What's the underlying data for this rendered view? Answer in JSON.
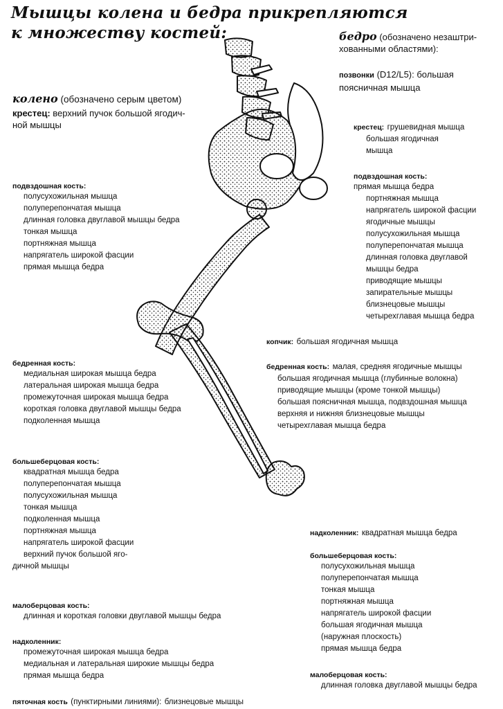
{
  "title": {
    "line1": "Мышцы колена и бедра прикрепляются",
    "line2": "к множеству костей:"
  },
  "knee": {
    "heading": "колено",
    "note": "(обозначено серым цветом)",
    "sacrum_label": "крестец:",
    "sacrum_text1": "верхний пучок большой ягодич-",
    "sacrum_text2": "ной мышцы",
    "ilium": {
      "head": "подвздошная кость:",
      "items": [
        "полусухожильная мышца",
        "полуперепончатая мышца",
        "длинная головка двуглавой мышцы бедра",
        "тонкая мышца",
        "портняжная мышца",
        "напрягатель широкой фасции",
        "прямая мышца бедра"
      ]
    },
    "femur": {
      "head": "бедренная кость:",
      "items": [
        "медиальная широкая мышца бедра",
        "латеральная широкая мышца бедра",
        "промежуточная широкая мышца бедра",
        "короткая головка двуглавой мышцы бедра",
        "подколенная мышца"
      ]
    },
    "tibia": {
      "head": "большеберцовая кость:",
      "items": [
        "квадратная мышца бедра",
        "полуперепончатая мышца",
        "полусухожильная мышца",
        "тонкая мышца",
        "подколенная мышца",
        "портняжная мышца",
        "напрягатель широкой фасции",
        "верхний пучок большой яго-"
      ],
      "tail": "дичной мышцы"
    },
    "fibula": {
      "head": "малоберцовая кость:",
      "items": [
        "длинная и короткая головки двуглавой мышцы бедра"
      ]
    },
    "patella": {
      "head": "надколенник:",
      "items": [
        "промежуточная широкая мышца бедра",
        "медиальная и латеральная широкие мышцы бедра",
        "прямая мышца бедра"
      ]
    },
    "calcaneus": {
      "head": "пяточная кость",
      "note": "(пунктирными линиями):",
      "text": "близнецовые мышцы"
    }
  },
  "hip": {
    "heading": "бедро",
    "note1": "(обозначено незаштри-",
    "note2": "хованными областями):",
    "vertebrae_label": "позвонки",
    "vertebrae_text1": "(D12/L5): большая",
    "vertebrae_text2": "поясничная мышца",
    "sacrum": {
      "head": "крестец:",
      "first": "грушевидная мышца",
      "items": [
        "большая ягодичная",
        "мышца"
      ]
    },
    "ilium": {
      "head": "подвздошная кость:",
      "first": "прямая мышца бедра",
      "items": [
        "портняжная мышца",
        "напрягатель широкой фасции",
        "ягодичные мышцы",
        "полусухожильная мышца",
        "полуперепончатая мышца",
        "длинная головка двуглавой",
        "мышцы бедра",
        "приводящие мышцы",
        "запирательные мышцы",
        "близнецовые мышцы",
        "четырехглавая мышца бедра"
      ]
    },
    "coccyx": {
      "head": "копчик:",
      "text": "большая ягодичная мышца"
    },
    "femur": {
      "head": "бедренная кость:",
      "first": "малая, средняя ягодичные мышцы",
      "items": [
        "большая ягодичная мышца (глубинные волокна)",
        "приводящие мышцы (кроме тонкой мышцы)",
        "большая поясничная мышца, подвздошная мышца",
        "верхняя и нижняя близнецовые мышцы",
        "четырехглавая мышца бедра"
      ]
    },
    "patella": {
      "head": "надколенник:",
      "text": "квадратная мышца бедра"
    },
    "tibia": {
      "head": "большеберцовая кость:",
      "items": [
        "полусухожильная мышца",
        "полуперепончатая мышца",
        "тонкая мышца",
        "портняжная мышца",
        "напрягатель широкой фасции",
        "большая ягодичная мышца",
        "(наружная плоскость)",
        "прямая мышца бедра"
      ]
    },
    "fibula": {
      "head": "малоберцовая кость:",
      "items": [
        "длинная головка двуглавой мышцы бедра"
      ]
    }
  }
}
